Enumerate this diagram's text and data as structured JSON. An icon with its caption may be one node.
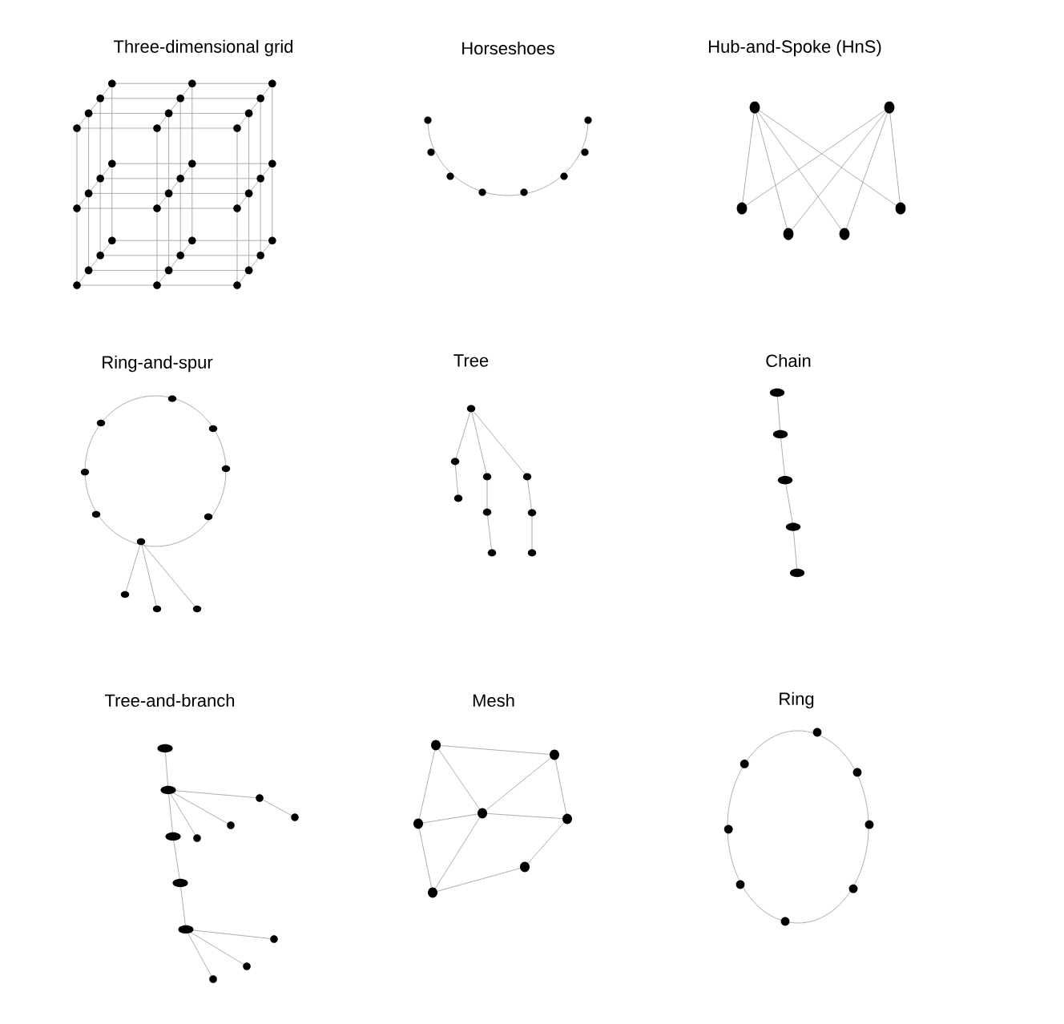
{
  "diagram": {
    "labels": [
      "Three-dimensional grid",
      "Horseshoes",
      "Hub-and-Spoke (HnS)",
      "Ring-and-spur",
      "Tree",
      "Chain",
      "Tree-and-branch",
      "Mesh",
      "Ring"
    ]
  }
}
